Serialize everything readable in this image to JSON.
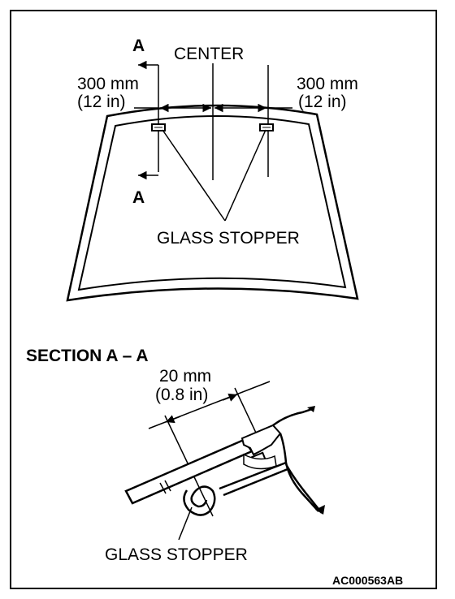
{
  "top_view": {
    "center_label": "CENTER",
    "left_dim": {
      "metric": "300 mm",
      "imperial": "(12 in)"
    },
    "right_dim": {
      "metric": "300 mm",
      "imperial": "(12 in)"
    },
    "section_marker_top": "A",
    "section_marker_bottom": "A",
    "stopper_label": "GLASS STOPPER"
  },
  "section_view": {
    "title": "SECTION A – A",
    "dim": {
      "metric": "20 mm",
      "imperial": "(0.8 in)"
    },
    "stopper_label": "GLASS STOPPER"
  },
  "figure_code": "AC000563AB"
}
